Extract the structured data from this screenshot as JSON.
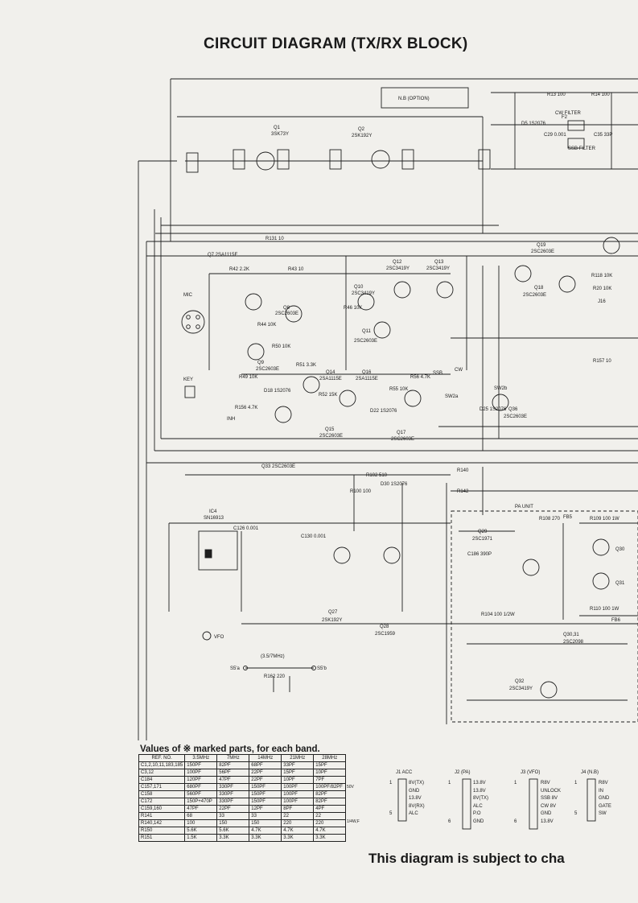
{
  "title": "CIRCUIT DIAGRAM (TX/RX BLOCK)",
  "labels": {
    "nb": "N.B (OPTION)",
    "q1": "Q1",
    "q1_type": "3SK73Y",
    "q2": "Q2",
    "q2_type": "2SK192Y",
    "q7": "Q7 2SA1115E",
    "q8": "Q8",
    "q8_type": "2SC2603E",
    "q9": "Q9",
    "q9_type": "2SC2603E",
    "q10": "Q10",
    "q10_type": "2SC3419Y",
    "q11": "Q11",
    "q11_type": "2SC2603E",
    "q12": "Q12",
    "q12_type": "2SC3419Y",
    "q13": "Q13",
    "q13_type": "2SC3419Y",
    "q14": "Q14",
    "q14_type": "2SA1115E",
    "q15": "Q15",
    "q15_type": "2SC2603E",
    "q16": "Q16",
    "q16_type": "2SA1115E",
    "q17": "Q17",
    "q17_type": "2SC2603E",
    "q18": "Q18",
    "q18_type": "2SC2603E",
    "q19": "Q19",
    "q19_type": "2SC2603E",
    "q27": "Q27",
    "q27_type": "2SK192Y",
    "q28": "Q28",
    "q28_type": "2SC1959",
    "q29": "Q29",
    "q29_type": "2SC1971",
    "q30": "Q30",
    "q31": "Q31",
    "q30_31": "Q30,31",
    "q30_31_type": "2SC2098",
    "q32": "Q32",
    "q32_type": "2SC3419Y",
    "q33": "Q33 2SC2603E",
    "q36": "Q36",
    "q36_type": "2SC2603E",
    "ic4": "IC4",
    "ic4_type": "SN16913",
    "mic": "MIC",
    "key": "KEY",
    "inh": "INH",
    "vfo": "VFO",
    "pa_unit": "PA UNIT",
    "cw_filter": "CW FILTER",
    "f2": "F2",
    "ssb_filter": "SSB FILTER",
    "band_switch": "(3.5/7MHz)",
    "s5a": "S5'a",
    "s5b": "S5'b",
    "r162": "R162 220",
    "r42": "R42 2.2K",
    "r43": "R43 10",
    "r44": "R44 10K",
    "r46": "R46 10K",
    "r49": "R49 10K",
    "r50": "R50 10K",
    "r51": "R51 3.3K",
    "r52": "R52 15K",
    "r55": "R55 10K",
    "r56": "R56 4.7K",
    "r131": "R131 10",
    "r156": "R156 4.7K",
    "r140": "R140",
    "r142": "R142",
    "r100": "R100 100",
    "r102": "R102 510",
    "r104": "R104 100 1/2W",
    "r108": "R108 270",
    "r109": "R109 100 1W",
    "r110": "R110 100 1W",
    "r13": "R13 100",
    "r14": "R14 100",
    "r118": "R118 10K",
    "r20": "R20 10K",
    "r157": "R157 10",
    "c126": "C126 0.001",
    "c130": "C130 0.001",
    "c186": "C186 390P",
    "c29": "C29 0.001",
    "c35": "C35 33P",
    "d30": "D30 1S2076",
    "d25": "D25 1S2076",
    "d22": "D22 1S2076",
    "d18": "D18 1S2076",
    "d5": "D5 1S2076",
    "sw2a": "SW2a",
    "sw2b": "SW2b",
    "ssb": "SSB",
    "cw": "CW",
    "fb5": "FB5",
    "fb6": "FB6",
    "j16": "J16"
  },
  "table": {
    "title": "Values of ※ marked parts, for each band.",
    "headers": [
      "REF. NO.",
      "3.5MHz",
      "7MHz",
      "14MHz",
      "21MHz",
      "28MHz"
    ],
    "rows": [
      [
        "C1,2,10,11,183,185",
        "150PF",
        "82PF",
        "68PF",
        "33PF",
        "15PF"
      ],
      [
        "C3,12",
        "100PF",
        "56PF",
        "22PF",
        "15PF",
        "10PF"
      ],
      [
        "C184",
        "120PF",
        "47PF",
        "22PF",
        "10PF",
        "7PF"
      ],
      [
        "C157,171",
        "680PF",
        "330PF",
        "150PF",
        "100PF",
        "100PF/82PF"
      ],
      [
        "C158",
        "560PF",
        "330PF",
        "150PF",
        "100PF",
        "82PF"
      ],
      [
        "C172",
        "150P+470P",
        "330PF",
        "150PF",
        "100PF",
        "82PF"
      ],
      [
        "C159,160",
        "47PF",
        "22PF",
        "12PF",
        "8PF",
        "4PF"
      ],
      [
        "R141",
        "68",
        "33",
        "33",
        "22",
        "22"
      ],
      [
        "R140,142",
        "100",
        "150",
        "150",
        "220",
        "220"
      ],
      [
        "R150",
        "5.6K",
        "5.6K",
        "4.7K",
        "4.7K",
        "4.7K"
      ],
      [
        "R151",
        "1.5K",
        "3.3K",
        "3.3K",
        "3.3K",
        "3.3K"
      ]
    ],
    "col_note_50v": "50V",
    "col_note_1_4w": "1/4W,F"
  },
  "connectors": [
    {
      "name": "J1 ACC",
      "pins": [
        "8V(TX)",
        "GND",
        "13.8V",
        "8V(RX)",
        "ALC"
      ],
      "numbers": [
        "1",
        "5"
      ]
    },
    {
      "name": "J2 (PA)",
      "pins": [
        "13.8V",
        "13.8V",
        "8V(TX)",
        "ALC",
        "P.O",
        "GND"
      ],
      "numbers": [
        "1",
        "6"
      ]
    },
    {
      "name": "J3 (VFO)",
      "pins": [
        "R8V",
        "UNLOCK",
        "SSB 8V",
        "CW 8V",
        "GND",
        "13.8V"
      ],
      "numbers": [
        "1",
        "6"
      ]
    },
    {
      "name": "J4 (N.B)",
      "pins": [
        "R8V",
        "IN",
        "GND",
        "GATE",
        "SW"
      ],
      "numbers": [
        "1",
        "5"
      ]
    }
  ],
  "footer_note": "This diagram is subject to cha"
}
